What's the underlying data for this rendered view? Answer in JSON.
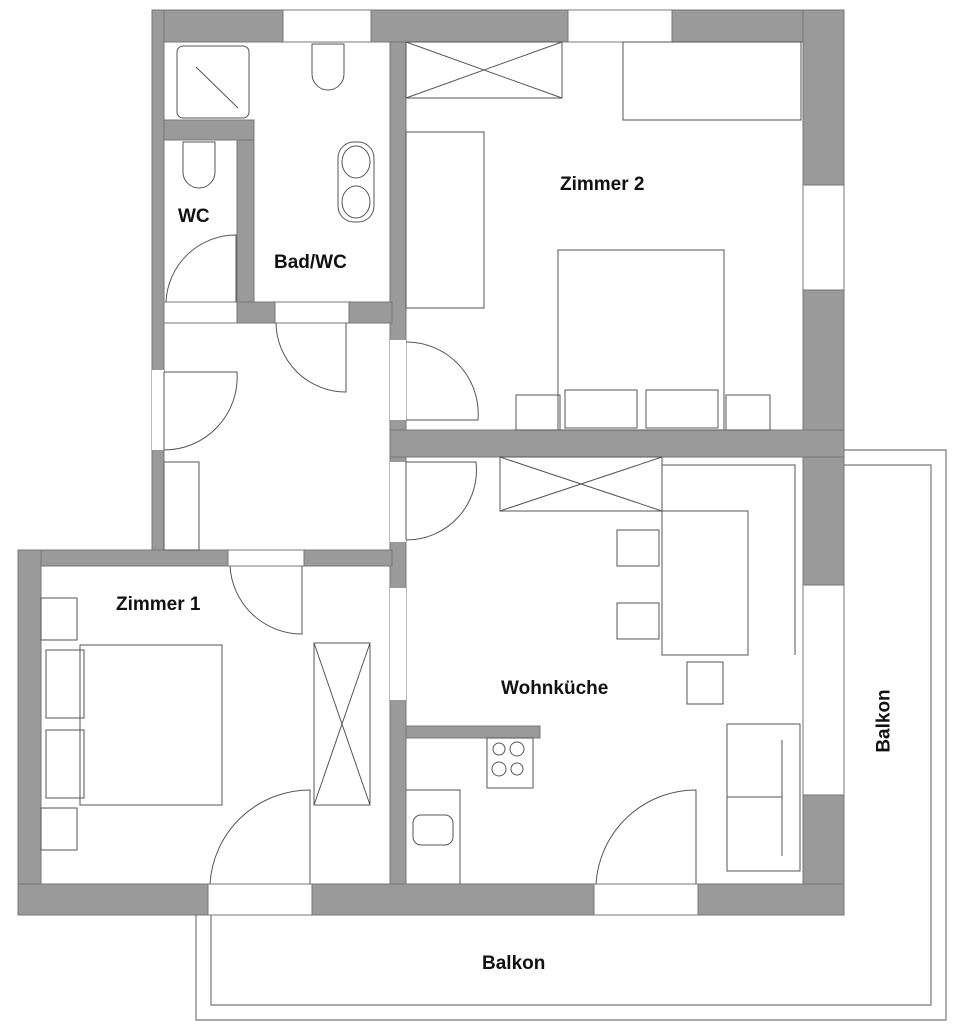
{
  "plan": {
    "type": "floor-plan",
    "colors": {
      "wall": "#9a9a9a",
      "line": "#555555",
      "background": "#ffffff",
      "text": "#111111"
    }
  },
  "rooms": [
    {
      "id": "wc",
      "label": "WC"
    },
    {
      "id": "bad_wc",
      "label": "Bad/WC"
    },
    {
      "id": "zimmer2",
      "label": "Zimmer 2"
    },
    {
      "id": "zimmer1",
      "label": "Zimmer 1"
    },
    {
      "id": "wohnkueche",
      "label": "Wohnküche"
    },
    {
      "id": "balkon_south",
      "label": "Balkon"
    },
    {
      "id": "balkon_east",
      "label": "Balkon"
    }
  ]
}
